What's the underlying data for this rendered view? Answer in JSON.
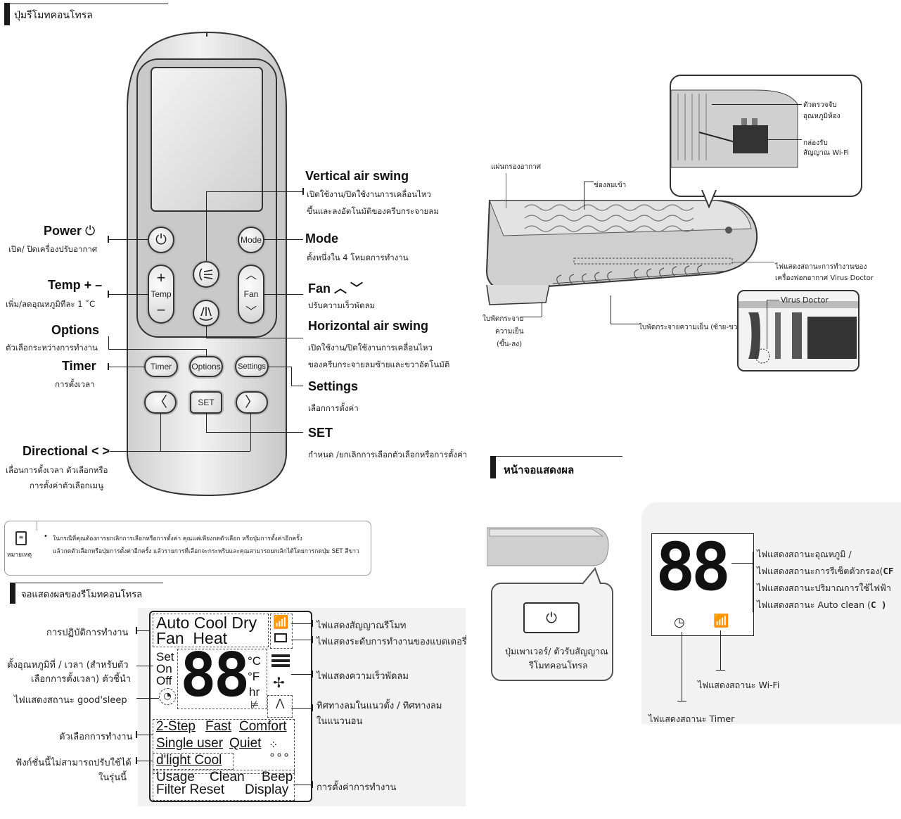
{
  "remote_section": {
    "title": "ปุ่มรีโมทคอนโทรล",
    "buttons": {
      "mode": "Mode",
      "temp": "Temp",
      "fan": "Fan",
      "timer": "Timer",
      "options": "Options",
      "settings": "Settings",
      "set": "SET"
    },
    "labels": {
      "power_title": "Power",
      "power_desc": "เปิด/ ปิดเครื่องปรับอากาศ",
      "temp_title": "Temp + –",
      "temp_desc": "เพิ่ม/ลดอุณหภูมิทีละ 1 ˚C",
      "options_title": "Options",
      "options_desc": "ตัวเลือกระหว่างการทำงาน",
      "timer_title": "Timer",
      "timer_desc": "การตั้งเวลา",
      "directional_title": "Directional < >",
      "directional_desc_1": "เลื่อนการตั้งเวลา ตัวเลือกหรือ",
      "directional_desc_2": "การตั้งค่าตัวเลือกเมนู",
      "vswing_title": "Vertical air swing",
      "vswing_desc_1": "เปิดใช้งาน/ปิดใช้งานการเคลื่อนไหว",
      "vswing_desc_2": "ขึ้นและลงอัตโนมัติของครีบกระจายลม",
      "mode_title": "Mode",
      "mode_desc": "ตั้งหนึ่งใน 4 โหมดการทำงาน",
      "fan_title": "Fan",
      "fan_desc": "ปรับความเร็วพัดลม",
      "hswing_title": "Horizontal air swing",
      "hswing_desc_1": "เปิดใช้งาน/ปิดใช้งานการเคลื่อนไหว",
      "hswing_desc_2": "ของครีบกระจายลมซ้ายและขวาอัตโนมัติ",
      "settings_title": "Settings",
      "settings_desc": "เลือกการตั้งค่า",
      "set_title": "SET",
      "set_desc": "กำหนด /ยกเลิกการเลือกตัวเลือกหรือการตั้งค่า"
    }
  },
  "note": {
    "label": "หมายเหตุ",
    "line1": "ในกรณีที่คุณต้องการยกเลิกการเลือกหรือการตั้งค่า คุณแค่เพียงกดตัวเลือก หรือปุ่มการตั้งค่าอีกครั้ง",
    "line2": "แล้วกดตัวเลือกหรือปุ่มการตั้งค่าอีกครั้ง แล้วรายการที่เลือกจะกระพริบและคุณสามารถยกเลิกได้โดยการกดปุ่ม SET สีขาว"
  },
  "remote_display_section": {
    "title": "จอแสดงผลของรีโมทคอนโทรล",
    "lcd": {
      "modes_row1": "Auto Cool Dry",
      "modes_row2": "Fan  Heat",
      "set": "Set",
      "on": "On",
      "off": "Off",
      "digits": "88",
      "unit_c": "°C",
      "unit_f": "°F",
      "unit_hr": "hr",
      "opt_2step": "2-Step",
      "opt_fast": "Fast",
      "opt_comfort": "Comfort",
      "opt_single": "Single user",
      "opt_quiet": "Quiet",
      "opt_dlight": "d'light Cool",
      "set_usage": "Usage",
      "set_clean": "Clean",
      "set_beep": "Beep",
      "set_filter": "Filter Reset",
      "set_display": "Display"
    },
    "left_labels": {
      "operation": "การปฏิบัติการทำงาน",
      "temp_time_1": "ตั้งอุณหภูมิที่ / เวลา (สำหรับตัว",
      "temp_time_2": "เลือกการตั้งเวลา) ตัวชี้นำ",
      "goodsleep": "ไฟแสดงสถานะ good'sleep",
      "options": "ตัวเลือกการทำงาน",
      "unavailable_1": "ฟังก์ชั่นนี้ไม่สามารถปรับใช้ได้",
      "unavailable_2": "ในรุ่นนี้"
    },
    "right_labels": {
      "signal": "ไฟแสดงสัญญาณรีโมท",
      "battery": "ไฟแสดงระดับการทำงานของแบตเตอรี่",
      "fanspeed": "ไฟแสดงความเร็วพัดลม",
      "airdir_1": "ทิศทางลมในแนวตั้ง / ทิศทางลม",
      "airdir_2": "ในแนวนอน",
      "settings": "การตั้งค่าการทำงาน"
    }
  },
  "indoor_unit": {
    "air_filter": "แผ่นกรองอากาศ",
    "air_inlet": "ช่องลมเข้า",
    "room_sensor_1": "ตัวตรวจจับ",
    "room_sensor_2": "อุณหภูมิห้อง",
    "wifi_box_1": "กล่องรับ",
    "wifi_box_2": "สัญญาณ Wi-Fi",
    "virus_indicator_1": "ไฟแสดงสถานะการทำงานของ",
    "virus_indicator_2": "เครื่องฟอกอากาศ Virus Doctor",
    "blade_ud_1": "ใบพัดกระจาย",
    "blade_ud_2": "ความเย็น",
    "blade_ud_3": "(ขึ้น-ลง)",
    "blade_lr": "ใบพัดกระจายความเย็น (ซ้าย-ขวา)",
    "virus_doctor": "Virus Doctor"
  },
  "display_section": {
    "title": "หน้าจอแสดงผล",
    "digits": "88",
    "power_label_1": "ปุ่มเพาเวอร์/ ตัวรับสัญญาณ",
    "power_label_2": "รีโมทคอนโทรล",
    "lbl_temp": "ไฟแสดงสถานะอุณหภูมิ /",
    "lbl_filter": "ไฟแสดงสถานะการรีเซ็ตตัวกรอง(",
    "lbl_filter_code": "CF",
    "lbl_energy": "ไฟแสดงสถานะปริมาณการใช้ไฟฟ้า",
    "lbl_autoclean": "ไฟแสดงสถานะ Auto clean (",
    "lbl_autoclean_code": "C  )",
    "lbl_wifi": "ไฟแสดงสถานะ Wi-Fi",
    "lbl_timer": "ไฟแสดงสถานะ Timer"
  }
}
